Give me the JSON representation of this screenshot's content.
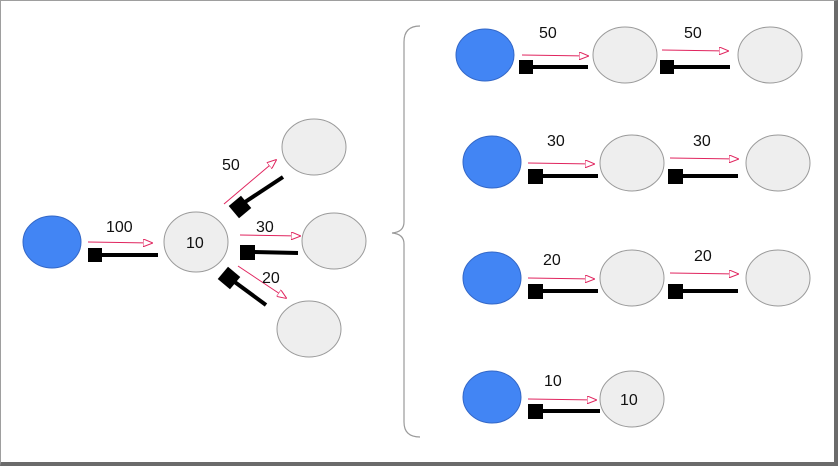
{
  "colors": {
    "source_fill": "#4285f4",
    "source_stroke": "#3367c7",
    "node_fill": "#eeeeee",
    "node_stroke": "#9a9a9a",
    "arrow": "#e0245e",
    "handle": "#000000",
    "brace": "#9a9a9a"
  },
  "left": {
    "input_label": "100",
    "hub_label": "10",
    "branch_labels": {
      "top": "50",
      "middle": "30",
      "bottom": "20"
    }
  },
  "right": {
    "rows": [
      {
        "labels": [
          "50",
          "50"
        ],
        "end_text": ""
      },
      {
        "labels": [
          "30",
          "30"
        ],
        "end_text": ""
      },
      {
        "labels": [
          "20",
          "20"
        ],
        "end_text": ""
      },
      {
        "labels": [
          "10"
        ],
        "end_text": "10"
      }
    ]
  }
}
